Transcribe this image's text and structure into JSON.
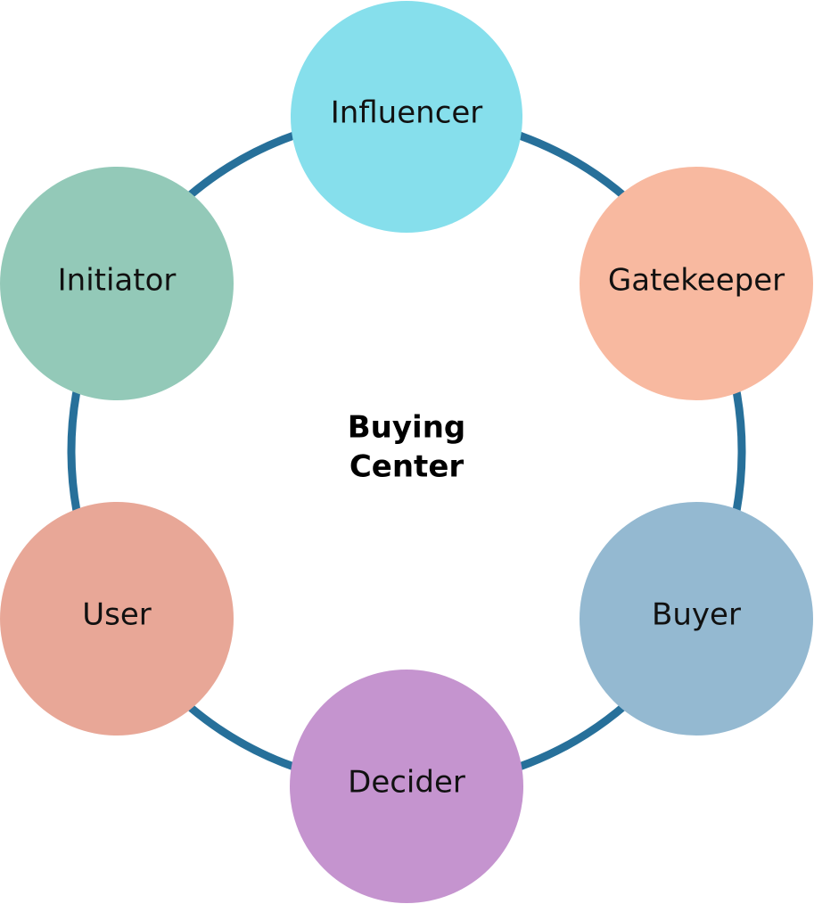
{
  "diagram": {
    "center": {
      "line1": "Buying",
      "line2": "Center"
    },
    "ring_color": "#27709a",
    "nodes": [
      {
        "label": "Influencer",
        "color": "#86dfec"
      },
      {
        "label": "Gatekeeper",
        "color": "#f8b9a0"
      },
      {
        "label": "Buyer",
        "color": "#94b9d1"
      },
      {
        "label": "Decider",
        "color": "#c594cf"
      },
      {
        "label": "User",
        "color": "#e8a797"
      },
      {
        "label": "Initiator",
        "color": "#93c9b8"
      }
    ]
  }
}
